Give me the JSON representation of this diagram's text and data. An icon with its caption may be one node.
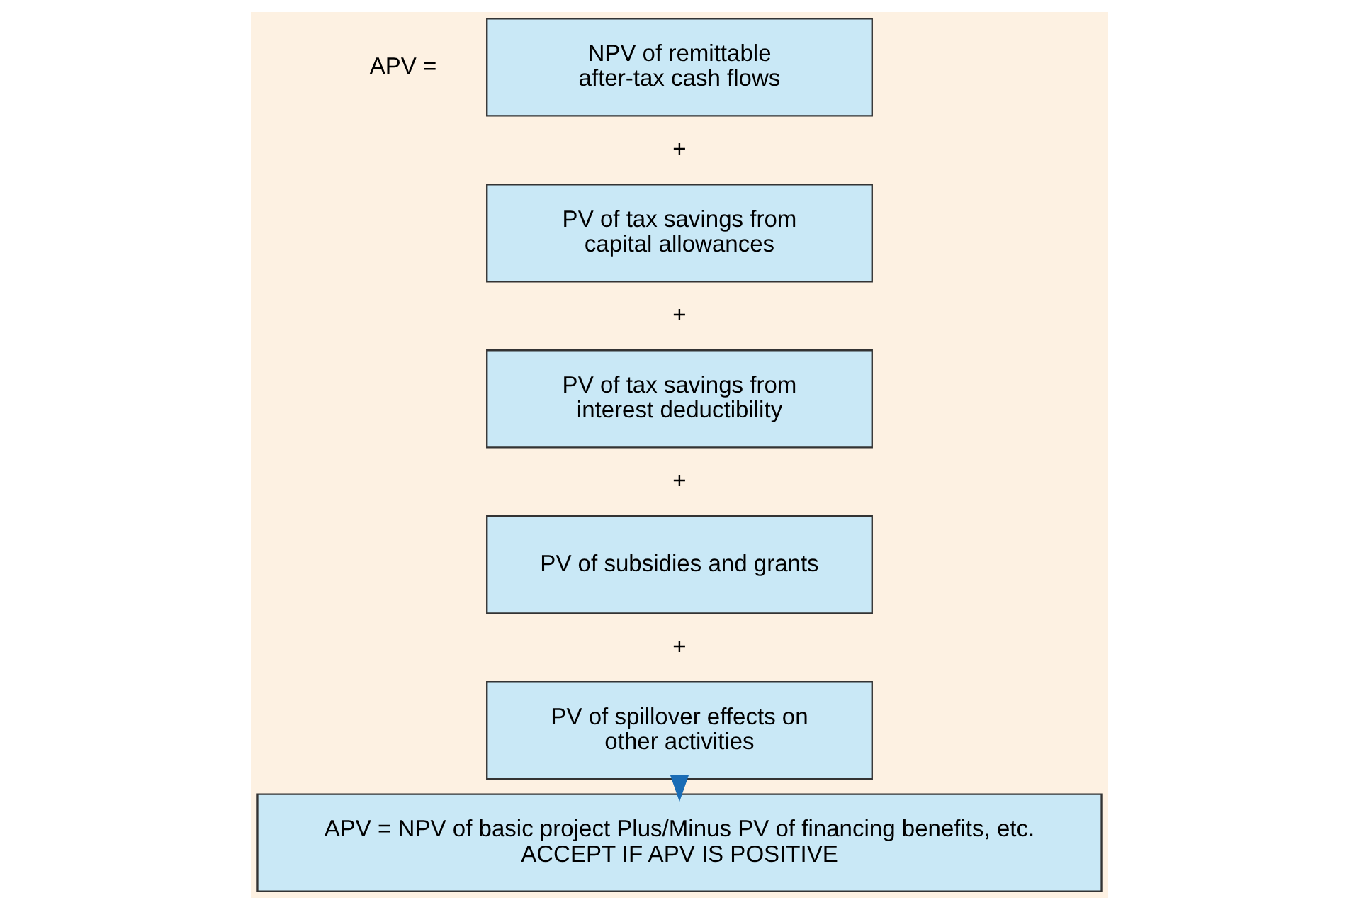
{
  "diagram": {
    "nodes": [
      {
        "text": [
          "NPV of remittable after-tax cash flows"
        ],
        "beside": [
          "APV ="
        ]
      },
      {
        "text": [
          "PV of tax savings from capital allowances"
        ]
      },
      {
        "text": [
          "PV of tax savings from interest deductibility"
        ]
      },
      {
        "text": [
          "PV of subsidies and grants"
        ]
      },
      {
        "text": [
          "PV of spillover effects on other activities"
        ]
      },
      {
        "text": [
          "APV = NPV of basic project Plus/Minus PV of financing benefits, etc.",
          "ACCEPT IF APV IS POSITIVE"
        ]
      }
    ],
    "edges": [
      {
        "from": 4,
        "to": 5,
        "arrow": "to",
        "style": "thick"
      }
    ],
    "labels": [
      "+",
      "+",
      "+",
      "+"
    ]
  }
}
